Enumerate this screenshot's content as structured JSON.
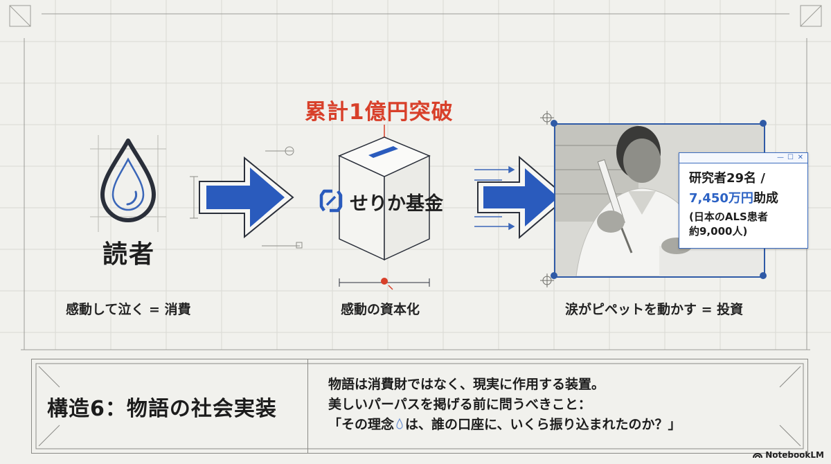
{
  "reader": {
    "label": "読者",
    "caption": "感動して泣く = 消費"
  },
  "fund": {
    "headline": "累計1億円突破",
    "name": "せりか基金",
    "caption": "感動の資本化"
  },
  "research": {
    "caption": "涙がピペットを動かす = 投資",
    "info_line1": "研究者29名 /",
    "info_line2_amount": "7,450万円",
    "info_line2_suffix": "助成",
    "info_line3": "(日本のALS患者",
    "info_line4": "約9,000人)",
    "photo_icon": "researcher-with-pipette-photo"
  },
  "summary": {
    "title": "構造6：物語の社会実装",
    "line1": "物語は消費財ではなく、現実に作用する装置。",
    "line2": "美しいパーパスを掲げる前に問うべきこと：",
    "line3_pre": "「その理念",
    "line3_icon": "drop-icon",
    "line3_post": "は、誰の口座に、いくら振り込まれたのか？」"
  },
  "watermark": "NotebookLM",
  "colors": {
    "accent_blue": "#2c62c4",
    "arrow_blue": "#2a5bbd",
    "headline_red": "#d8402a",
    "background": "#f1f1ed"
  }
}
